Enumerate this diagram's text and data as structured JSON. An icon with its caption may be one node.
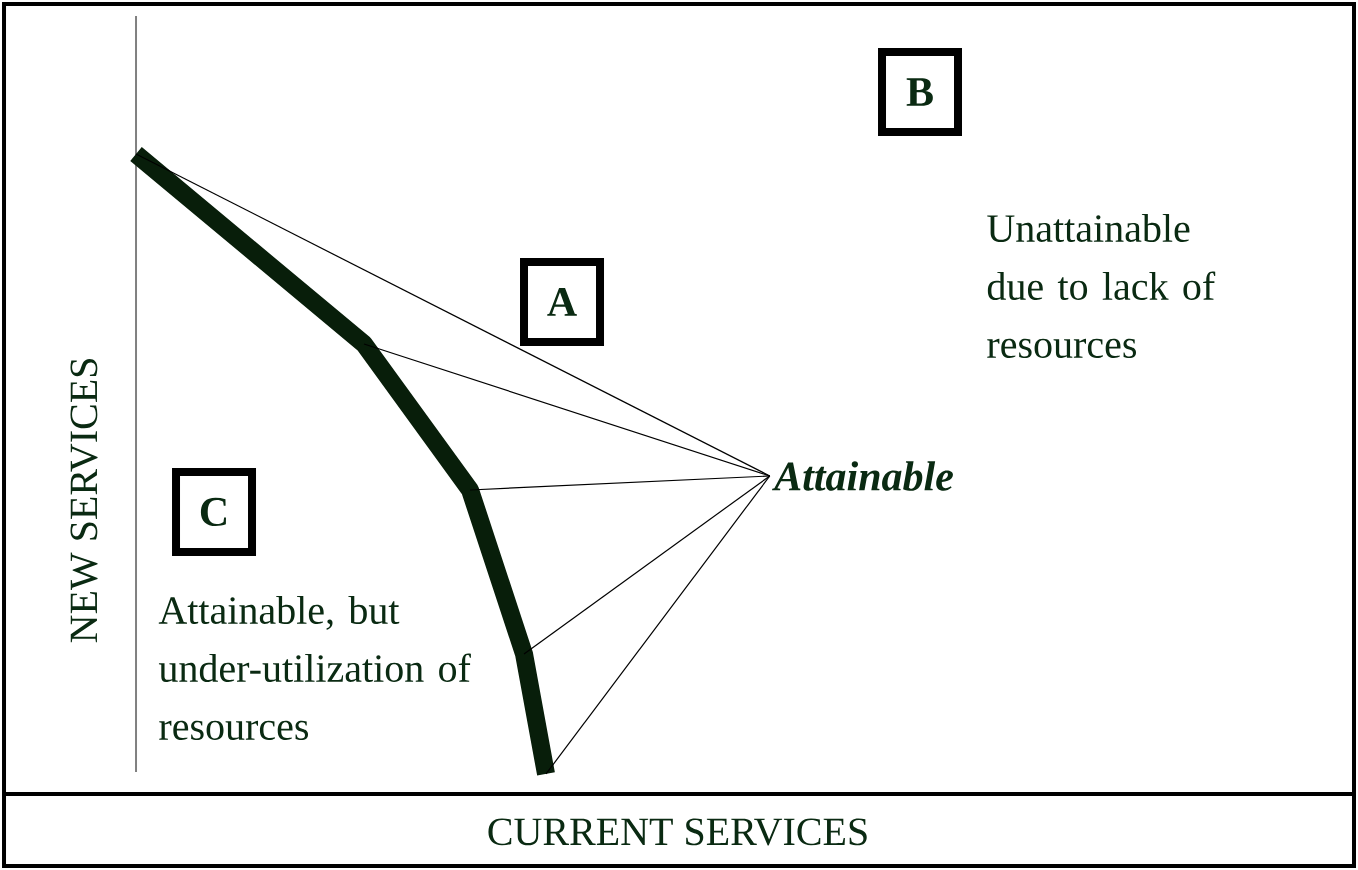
{
  "diagram": {
    "nodes": [
      {
        "text": [
          "A"
        ]
      },
      {
        "text": [
          "B"
        ]
      },
      {
        "text": [
          "C"
        ]
      },
      {
        "text": [
          "Attainable"
        ]
      }
    ],
    "edges": [
      {
        "from": 3,
        "to": null,
        "arrow": "none"
      },
      {
        "from": 3,
        "to": null,
        "arrow": "none"
      },
      {
        "from": 3,
        "to": null,
        "arrow": "none"
      },
      {
        "from": 3,
        "to": null,
        "arrow": "none"
      },
      {
        "from": 3,
        "to": null,
        "arrow": "none"
      }
    ],
    "labels": [
      "Unattainable due to lack of resources",
      "Attainable, but under-utilization of resources",
      "NEW SERVICES",
      "CURRENT SERVICES"
    ]
  }
}
